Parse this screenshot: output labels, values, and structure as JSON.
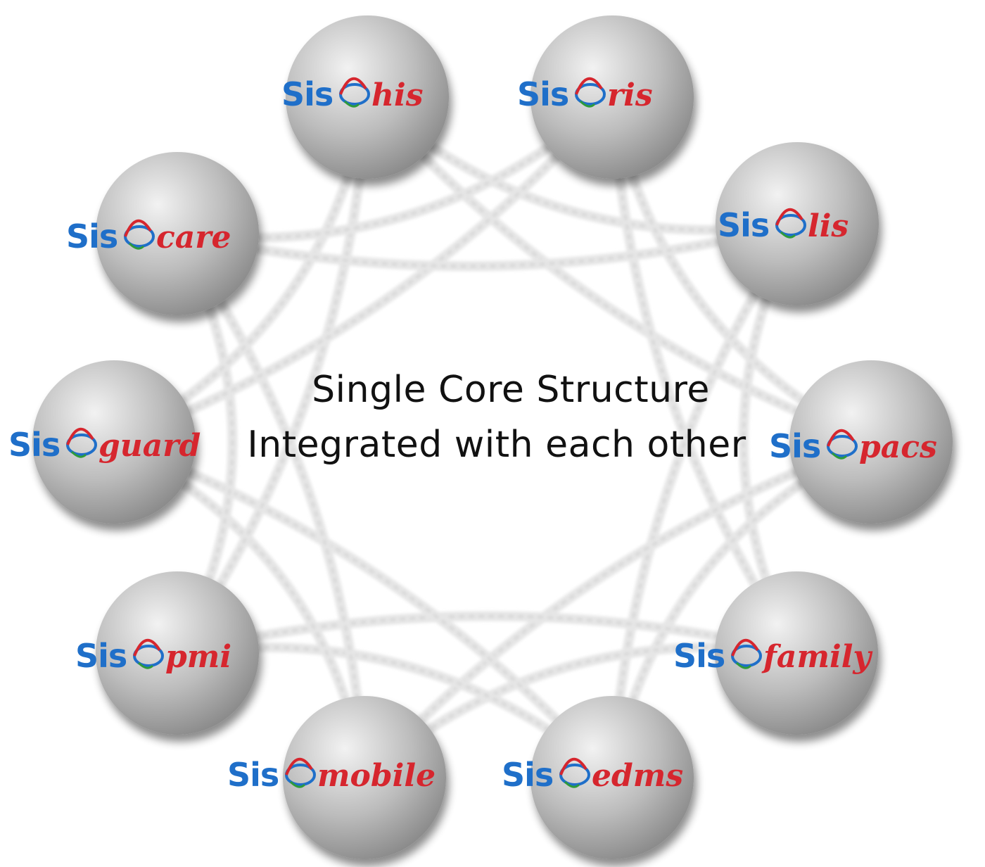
{
  "center": {
    "line1": "Single Core Structure",
    "line2": "Integrated with each other"
  },
  "modules": [
    {
      "brand": "Sis",
      "suffix": "his"
    },
    {
      "brand": "Sis",
      "suffix": "ris"
    },
    {
      "brand": "Sis",
      "suffix": "lis"
    },
    {
      "brand": "Sis",
      "suffix": "pacs"
    },
    {
      "brand": "Sis",
      "suffix": "family"
    },
    {
      "brand": "Sis",
      "suffix": "edms"
    },
    {
      "brand": "Sis",
      "suffix": "mobile"
    },
    {
      "brand": "Sis",
      "suffix": "pmi"
    },
    {
      "brand": "Sis",
      "suffix": "guard"
    },
    {
      "brand": "Sis",
      "suffix": "care"
    }
  ],
  "colors": {
    "brand_blue": "#1f6fc9",
    "brand_red": "#d6262e",
    "logo_green": "#2e9b3a",
    "sphere_light": "#ececec",
    "sphere_dark": "#8a8a8a",
    "connector": "#cfcfcf"
  }
}
